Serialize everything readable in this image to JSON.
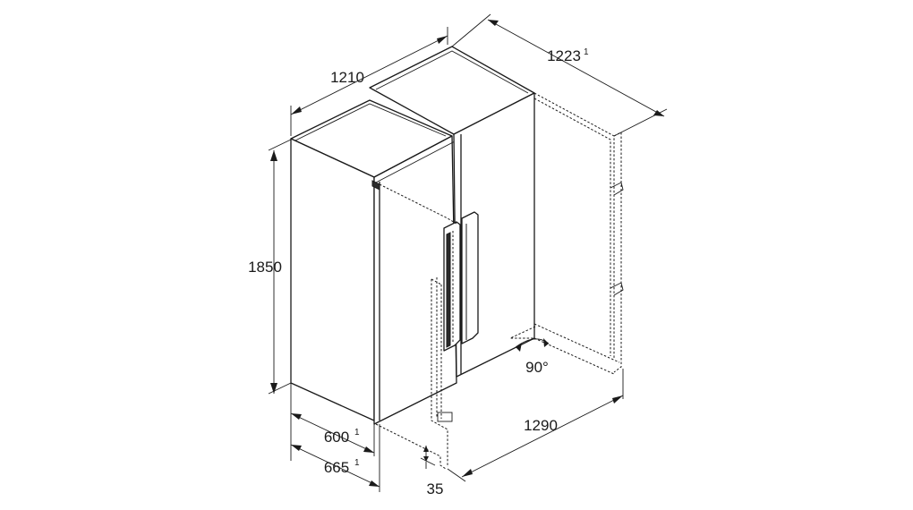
{
  "dimensions": {
    "width_total": "1210",
    "depth_open": "1223",
    "depth_open_note": "1",
    "height": "1850",
    "depth_body": "600",
    "depth_body_note": "1",
    "depth_with_door": "665",
    "depth_with_door_note": "1",
    "width_door_open": "1290",
    "handle_clearance": "35",
    "door_angle": "90°"
  }
}
